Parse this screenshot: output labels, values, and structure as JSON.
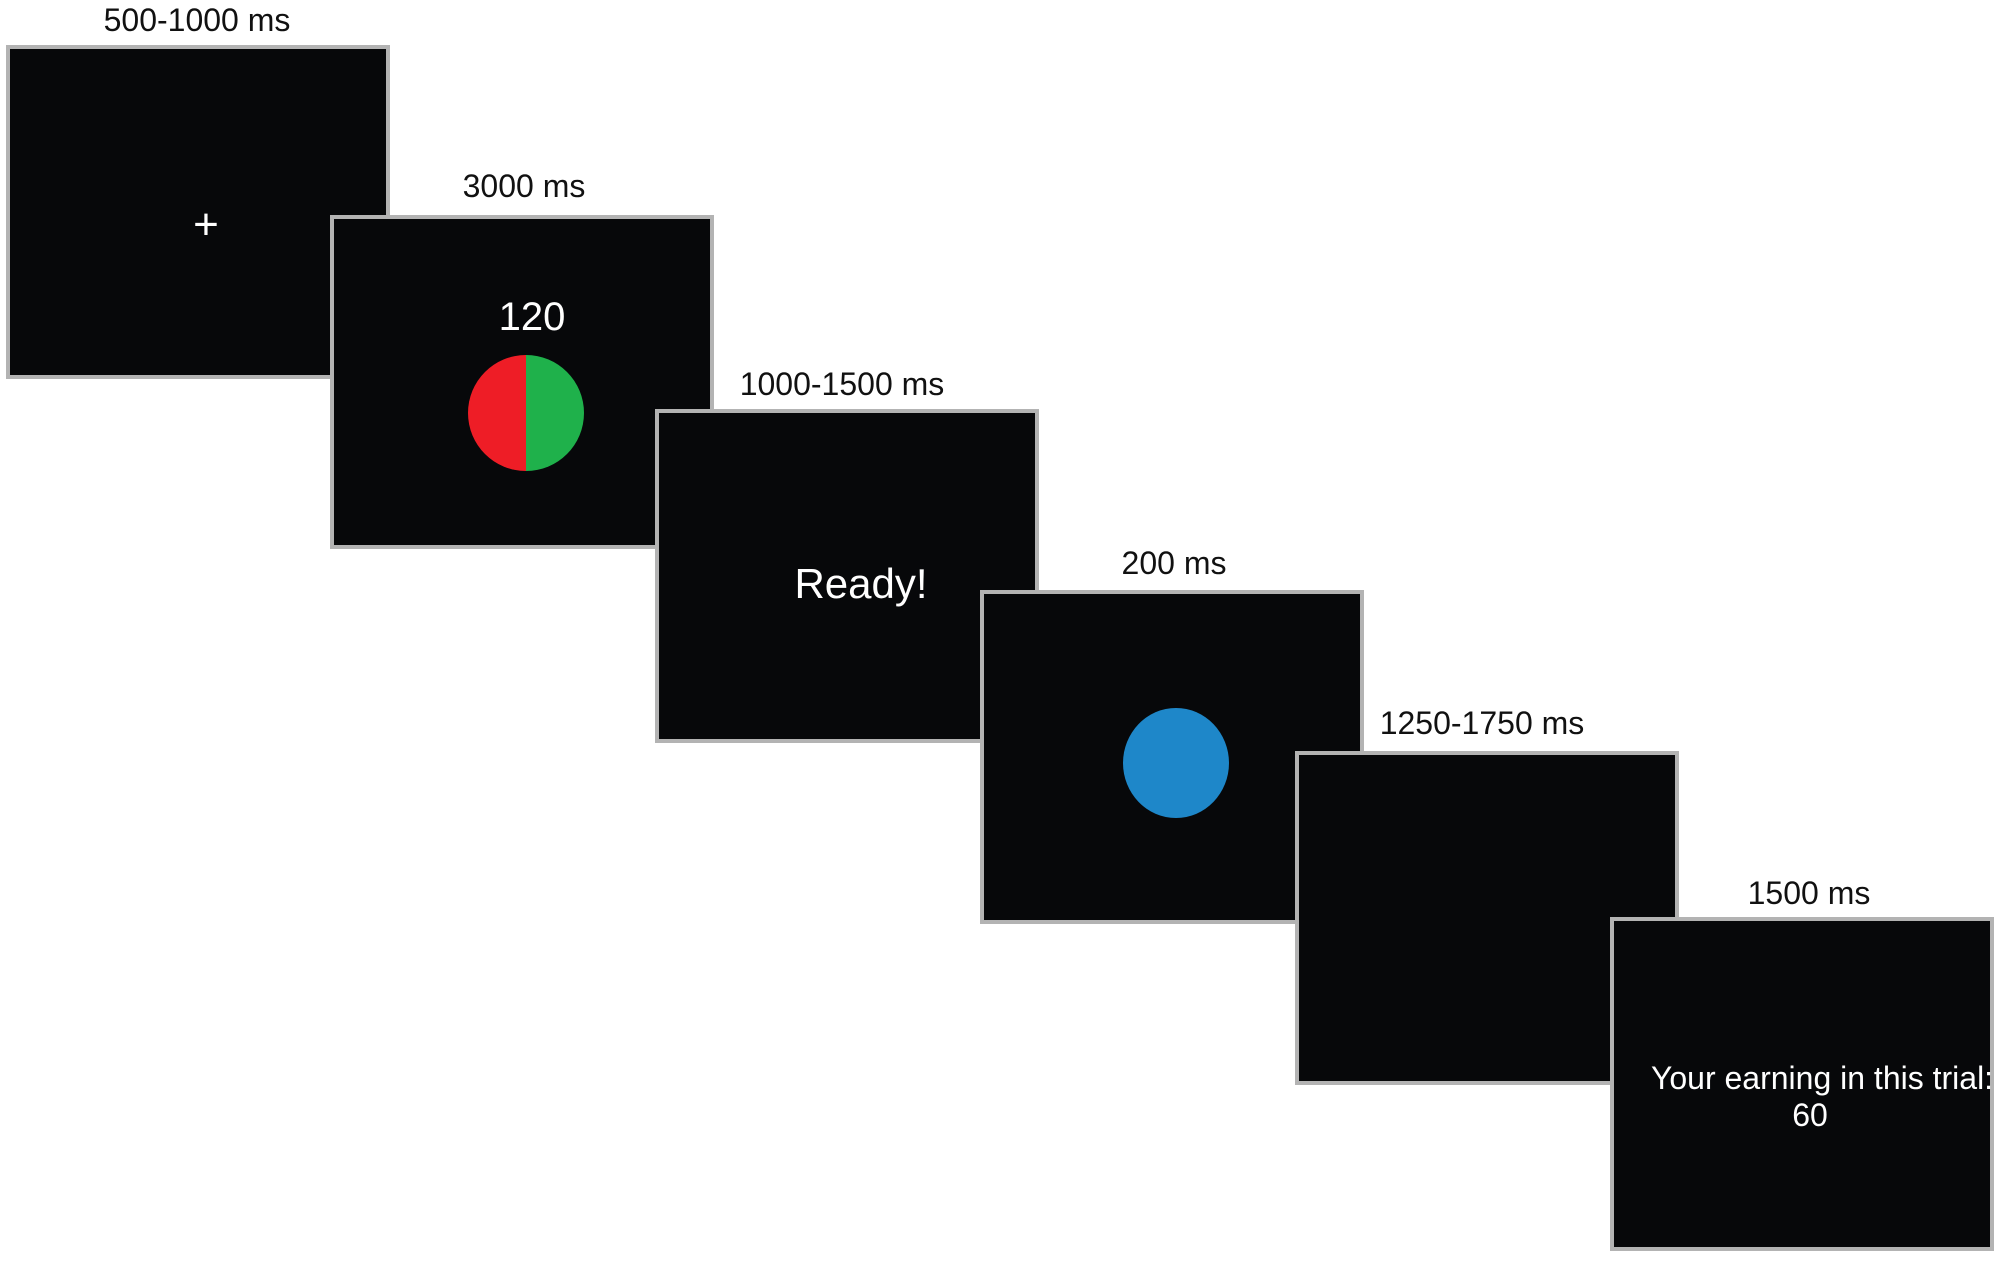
{
  "frames": [
    {
      "duration": "500-1000 ms",
      "content": "+"
    },
    {
      "duration": "3000 ms",
      "content": "120",
      "cue_colors": {
        "left": "#ee1d26",
        "right": "#1fb14b"
      }
    },
    {
      "duration": "1000-1500 ms",
      "content": "Ready!"
    },
    {
      "duration": "200 ms",
      "target_color": "#1e87c9"
    },
    {
      "duration": "1250-1750 ms"
    },
    {
      "duration": "1500 ms",
      "feedback_line1": "Your earning in this trial:",
      "feedback_line2": "60"
    }
  ]
}
